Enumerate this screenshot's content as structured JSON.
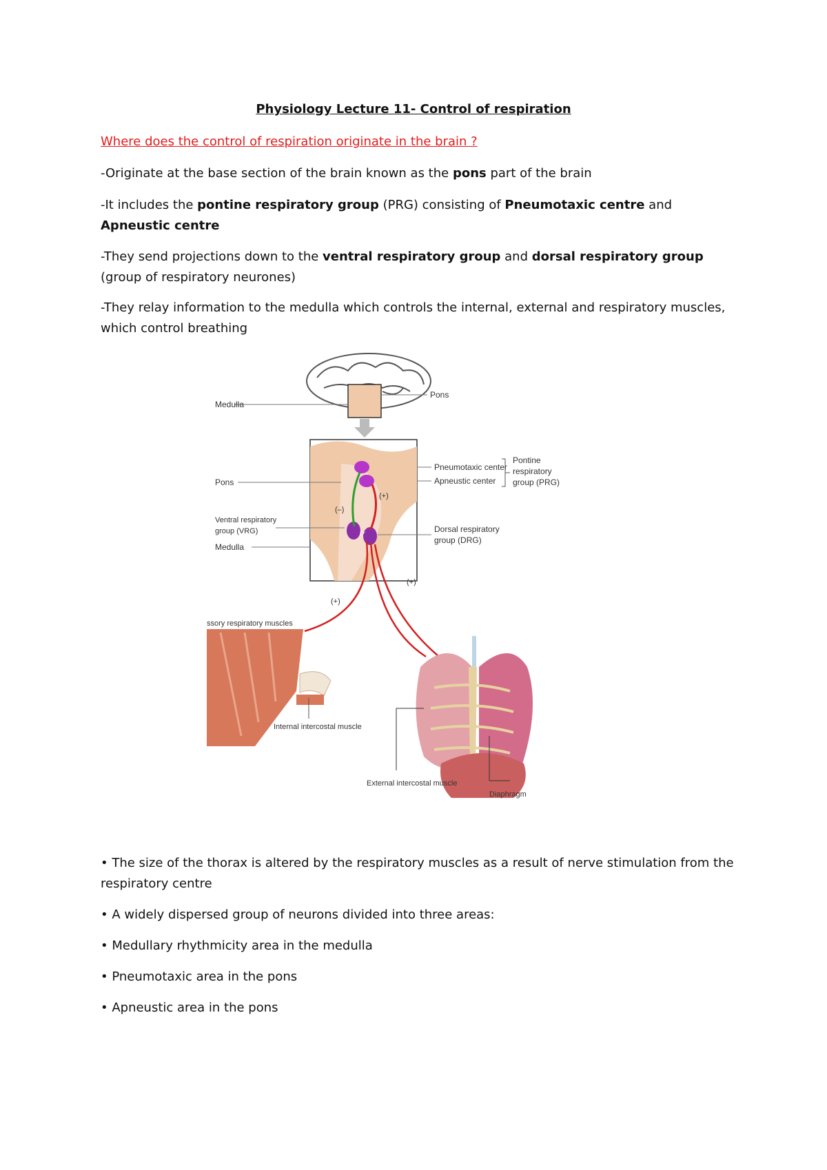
{
  "doc": {
    "title": "Physiology Lecture 11- Control of respiration",
    "question": "Where does the control of respiration originate in the brain ?",
    "paragraphs": {
      "p1": {
        "a": "-Originate at the base section of the brain known as the ",
        "b": "pons",
        "c": " part of the brain"
      },
      "p2": {
        "a": "-It includes the ",
        "b": "pontine respiratory group",
        "c": " (PRG) consisting of ",
        "d": "Pneumotaxic centre",
        "e": " and ",
        "f": "Apneustic centre"
      },
      "p3": {
        "a": "-They send projections down to the ",
        "b": "ventral respiratory group",
        "c": " and ",
        "d": "dorsal respiratory group",
        "e": " (group of respiratory neurones)"
      },
      "p4": {
        "a": "-They relay information to the medulla which controls the internal, external and respiratory muscles, which control breathing"
      }
    },
    "bullets": [
      "• The size of the thorax is altered by the respiratory muscles as a result of nerve stimulation from the respiratory centre",
      "• A widely dispersed group of neurons divided into three areas:",
      "• Medullary rhythmicity area in the medulla",
      "• Pneumotaxic area in the pons",
      "• Apneustic area in the pons"
    ]
  },
  "figure": {
    "labels": {
      "medulla_top": "Medulla",
      "pons_top": "Pons",
      "pneumotaxic": "Pneumotaxic center",
      "apneustic": "Apneustic center",
      "prg_1": "Pontine",
      "prg_2": "respiratory",
      "prg_3": "group (PRG)",
      "pons_mid": "Pons",
      "vrg_1": "Ventral respiratory",
      "vrg_2": "group (VRG)",
      "medulla_mid": "Medulla",
      "drg_1": "Dorsal respiratory",
      "drg_2": "group (DRG)",
      "minus": "(–)",
      "plus_a": "(+)",
      "plus_b": "(+)",
      "plus_c": "(+)",
      "plus_d": "(+",
      "accessory": "ssory respiratory muscles",
      "internal": "Internal intercostal muscle",
      "external": "External intercostal muscle",
      "diaphragm": "Diaphragm"
    },
    "colors": {
      "red_arrow": "#d42020",
      "green_arrow": "#2ca02c",
      "center_purple": "#b536c9",
      "muscle": "#d8785a",
      "brain_tissue": "#efc9a8"
    }
  }
}
